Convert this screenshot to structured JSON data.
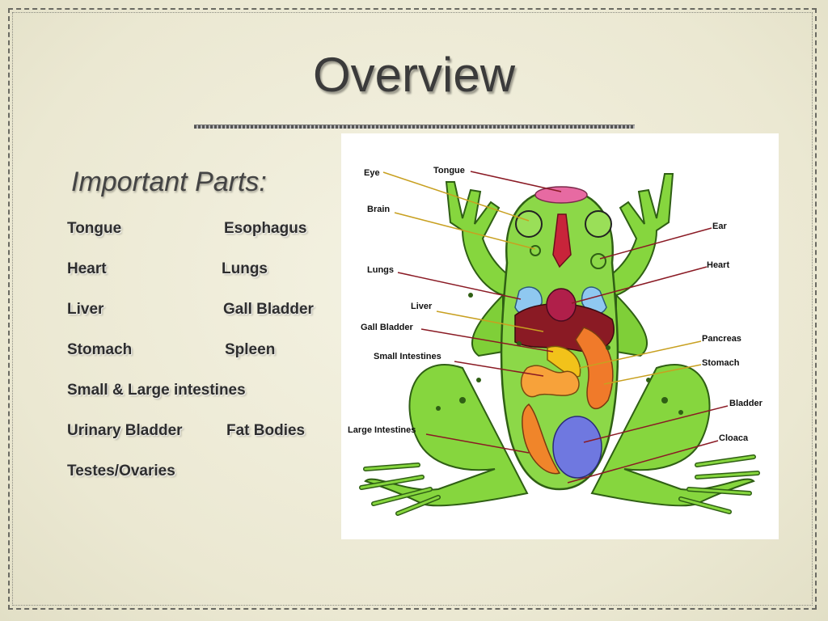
{
  "slide": {
    "title": "Overview",
    "subtitle": "Important Parts:",
    "parts": [
      "Tongue",
      "Esophagus",
      "Heart",
      "Lungs",
      "Liver",
      "Gall Bladder",
      "Stomach",
      "Spleen",
      "Small & Large intestines",
      "Urinary Bladder",
      "Fat Bodies",
      "Testes/Ovaries"
    ]
  },
  "diagram": {
    "labels": {
      "eye": "Eye",
      "tongue": "Tongue",
      "brain": "Brain",
      "ear": "Ear",
      "heart": "Heart",
      "lungs": "Lungs",
      "liver": "Liver",
      "gall_bladder": "Gall Bladder",
      "pancreas": "Pancreas",
      "small_intestines": "Small Intestines",
      "stomach": "Stomach",
      "bladder": "Bladder",
      "large_intestines": "Large Intestines",
      "cloaca": "Cloaca"
    }
  },
  "colors": {
    "background": "#efecd9",
    "title": "#3b3b3b",
    "frog_green": "#7fd23a",
    "frog_dark": "#3f7a1e"
  }
}
